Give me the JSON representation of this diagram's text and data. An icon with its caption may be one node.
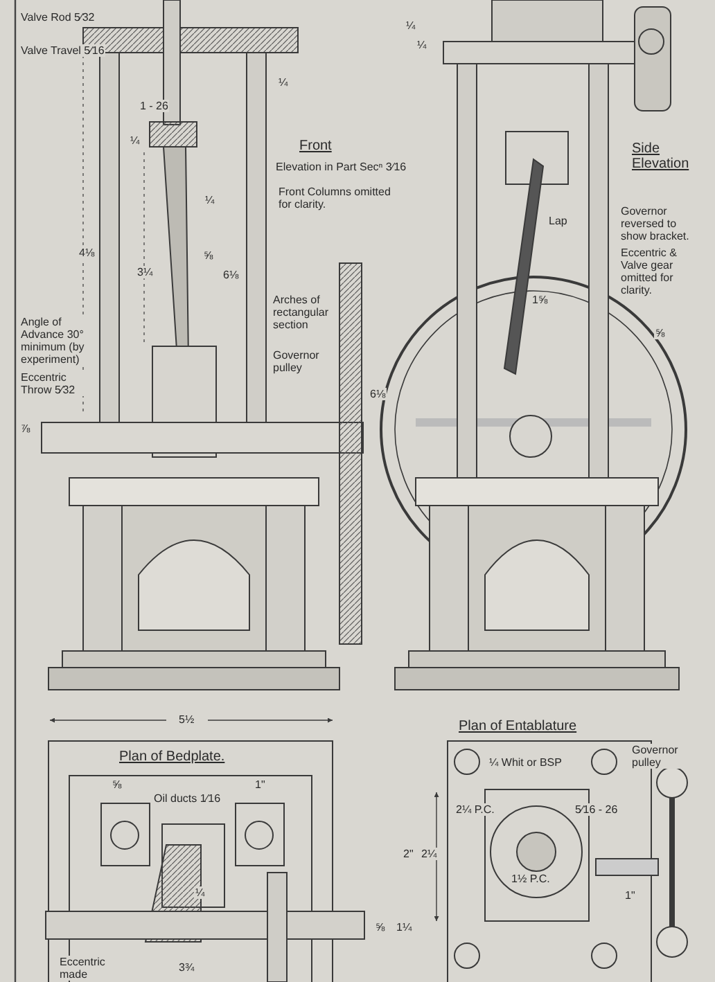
{
  "diagram": {
    "labels": [
      "Valve Rod 5⁄32",
      "Valve Travel 5⁄16",
      "¼",
      "¼",
      "¼",
      "1 - 26",
      "¼",
      "Front",
      "Elevation in Part Secⁿ 3⁄16",
      "Front Columns omitted for clarity.",
      "Side Elevation",
      "Governor reversed to show bracket.",
      "Eccentric & Valve gear omitted for clarity.",
      "4⅛",
      "3¼",
      "⅝",
      "6⅛",
      "¼",
      "Angle of Advance 30° minimum (by experiment)",
      "Eccentric Throw 5⁄32",
      "Arches of rectangular section",
      "Governor pulley",
      "Lap",
      "1⅝",
      "⅝",
      "6⅛",
      "⅞",
      "5½",
      "Plan of Bedplate.",
      "⅝",
      "Oil ducts 1⁄16",
      "1\"",
      "¼",
      "3¾",
      "Eccentric made",
      "Plan of Entablature",
      "Governor pulley",
      "¼ Whit or BSP",
      "2¼ P.C.",
      "5⁄16 - 26",
      "2\"",
      "2¼",
      "1½ P.C.",
      "1¼",
      "⅝",
      "1\""
    ]
  }
}
